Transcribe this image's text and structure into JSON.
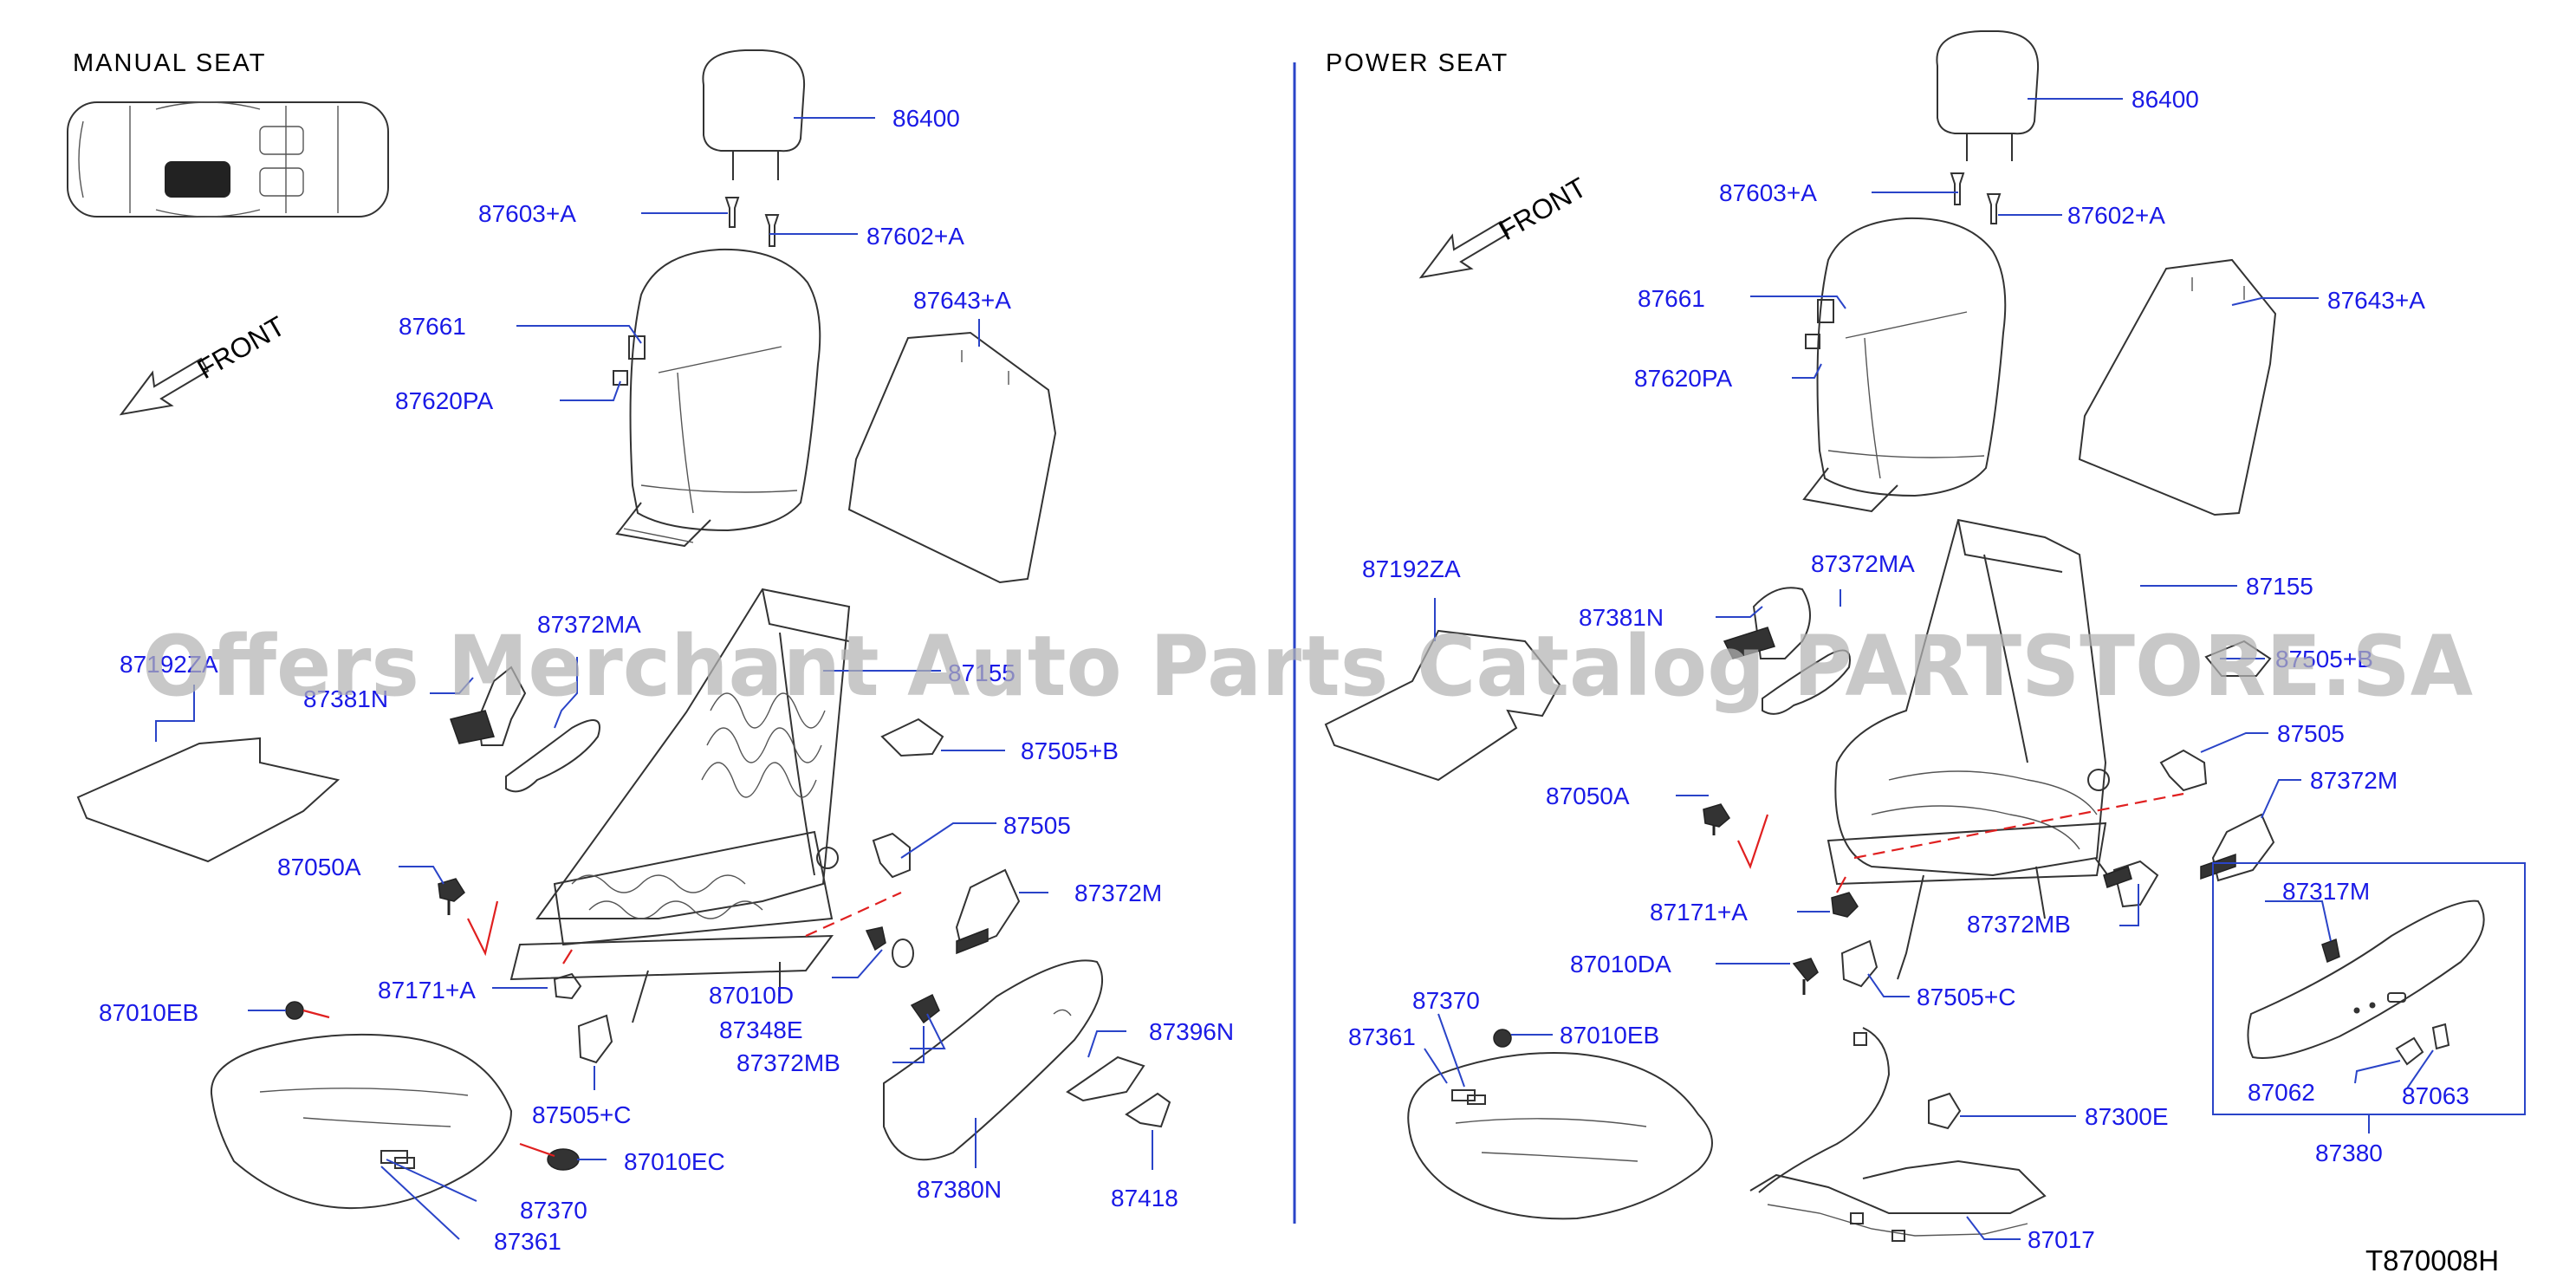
{
  "sections": {
    "manual": "MANUAL   SEAT",
    "power": "POWER   SEAT"
  },
  "front_label": "FRONT",
  "diagram_code": "T870008H",
  "watermark": "Offers Merchant Auto Parts Catalog PARTSTORE.SA",
  "colors": {
    "label": "#1a1ae6",
    "leader": "#2a44c8",
    "guide": "#e02020",
    "outline": "#333333"
  },
  "manual_parts": [
    {
      "id": "m86400",
      "text": "86400"
    },
    {
      "id": "m87603",
      "text": "87603+A"
    },
    {
      "id": "m87602",
      "text": "87602+A"
    },
    {
      "id": "m87661",
      "text": "87661"
    },
    {
      "id": "m87643",
      "text": "87643+A"
    },
    {
      "id": "m87620",
      "text": "87620PA"
    },
    {
      "id": "m87372ma",
      "text": "87372MA"
    },
    {
      "id": "m87192",
      "text": "87192ZA"
    },
    {
      "id": "m87381",
      "text": "87381N"
    },
    {
      "id": "m87155",
      "text": "87155"
    },
    {
      "id": "m87505b",
      "text": "87505+B"
    },
    {
      "id": "m87505",
      "text": "87505"
    },
    {
      "id": "m87050",
      "text": "87050A"
    },
    {
      "id": "m87372m",
      "text": "87372M"
    },
    {
      "id": "m87171",
      "text": "87171+A"
    },
    {
      "id": "m87010d",
      "text": "87010D"
    },
    {
      "id": "m87010eb",
      "text": "87010EB"
    },
    {
      "id": "m87348",
      "text": "87348E"
    },
    {
      "id": "m87396",
      "text": "87396N"
    },
    {
      "id": "m87372mb",
      "text": "87372MB"
    },
    {
      "id": "m87505c",
      "text": "87505+C"
    },
    {
      "id": "m87010ec",
      "text": "87010EC"
    },
    {
      "id": "m87380n",
      "text": "87380N"
    },
    {
      "id": "m87370",
      "text": "87370"
    },
    {
      "id": "m87418",
      "text": "87418"
    },
    {
      "id": "m87361",
      "text": "87361"
    }
  ],
  "power_parts": [
    {
      "id": "p86400",
      "text": "86400"
    },
    {
      "id": "p87603",
      "text": "87603+A"
    },
    {
      "id": "p87602",
      "text": "87602+A"
    },
    {
      "id": "p87661",
      "text": "87661"
    },
    {
      "id": "p87643",
      "text": "87643+A"
    },
    {
      "id": "p87620",
      "text": "87620PA"
    },
    {
      "id": "p87192",
      "text": "87192ZA"
    },
    {
      "id": "p87372ma",
      "text": "87372MA"
    },
    {
      "id": "p87155",
      "text": "87155"
    },
    {
      "id": "p87381",
      "text": "87381N"
    },
    {
      "id": "p87505b",
      "text": "87505+B"
    },
    {
      "id": "p87505",
      "text": "87505"
    },
    {
      "id": "p87050",
      "text": "87050A"
    },
    {
      "id": "p87372m",
      "text": "87372M"
    },
    {
      "id": "p87171",
      "text": "87171+A"
    },
    {
      "id": "p87372mb",
      "text": "87372MB"
    },
    {
      "id": "p87317",
      "text": "87317M"
    },
    {
      "id": "p87010da",
      "text": "87010DA"
    },
    {
      "id": "p87370",
      "text": "87370"
    },
    {
      "id": "p87505c",
      "text": "87505+C"
    },
    {
      "id": "p87361",
      "text": "87361"
    },
    {
      "id": "p87010eb",
      "text": "87010EB"
    },
    {
      "id": "p87062",
      "text": "87062"
    },
    {
      "id": "p87063",
      "text": "87063"
    },
    {
      "id": "p87300",
      "text": "87300E"
    },
    {
      "id": "p87380",
      "text": "87380"
    },
    {
      "id": "p87017",
      "text": "87017"
    }
  ]
}
